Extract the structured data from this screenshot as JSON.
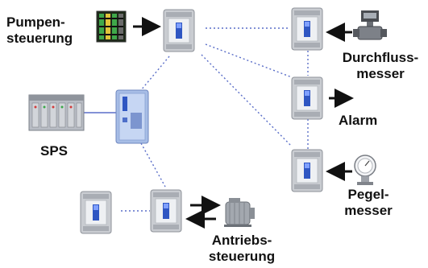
{
  "labels": {
    "pump_control": "Pumpen-\nsteuerung",
    "plc": "SPS",
    "flow_meter": "Durchfluss-\nmesser",
    "alarm": "Alarm",
    "level_meter": "Pegel-\nmesser",
    "drive_control": "Antriebs-\nsteuerung"
  },
  "colors": {
    "link_line": "#5a6ec8",
    "arrow": "#111111",
    "module_body": "#d4d6da",
    "module_face": "#eceef2",
    "module_display": "#2f56c2"
  },
  "icons": {
    "pump_control_device": "control-panel-icon",
    "plc_device": "plc-rack-icon",
    "plc_interface": "network-interface-module-icon",
    "flow_meter_device": "flow-meter-icon",
    "level_meter_device": "level-gauge-icon",
    "drive_device": "electric-motor-icon"
  }
}
